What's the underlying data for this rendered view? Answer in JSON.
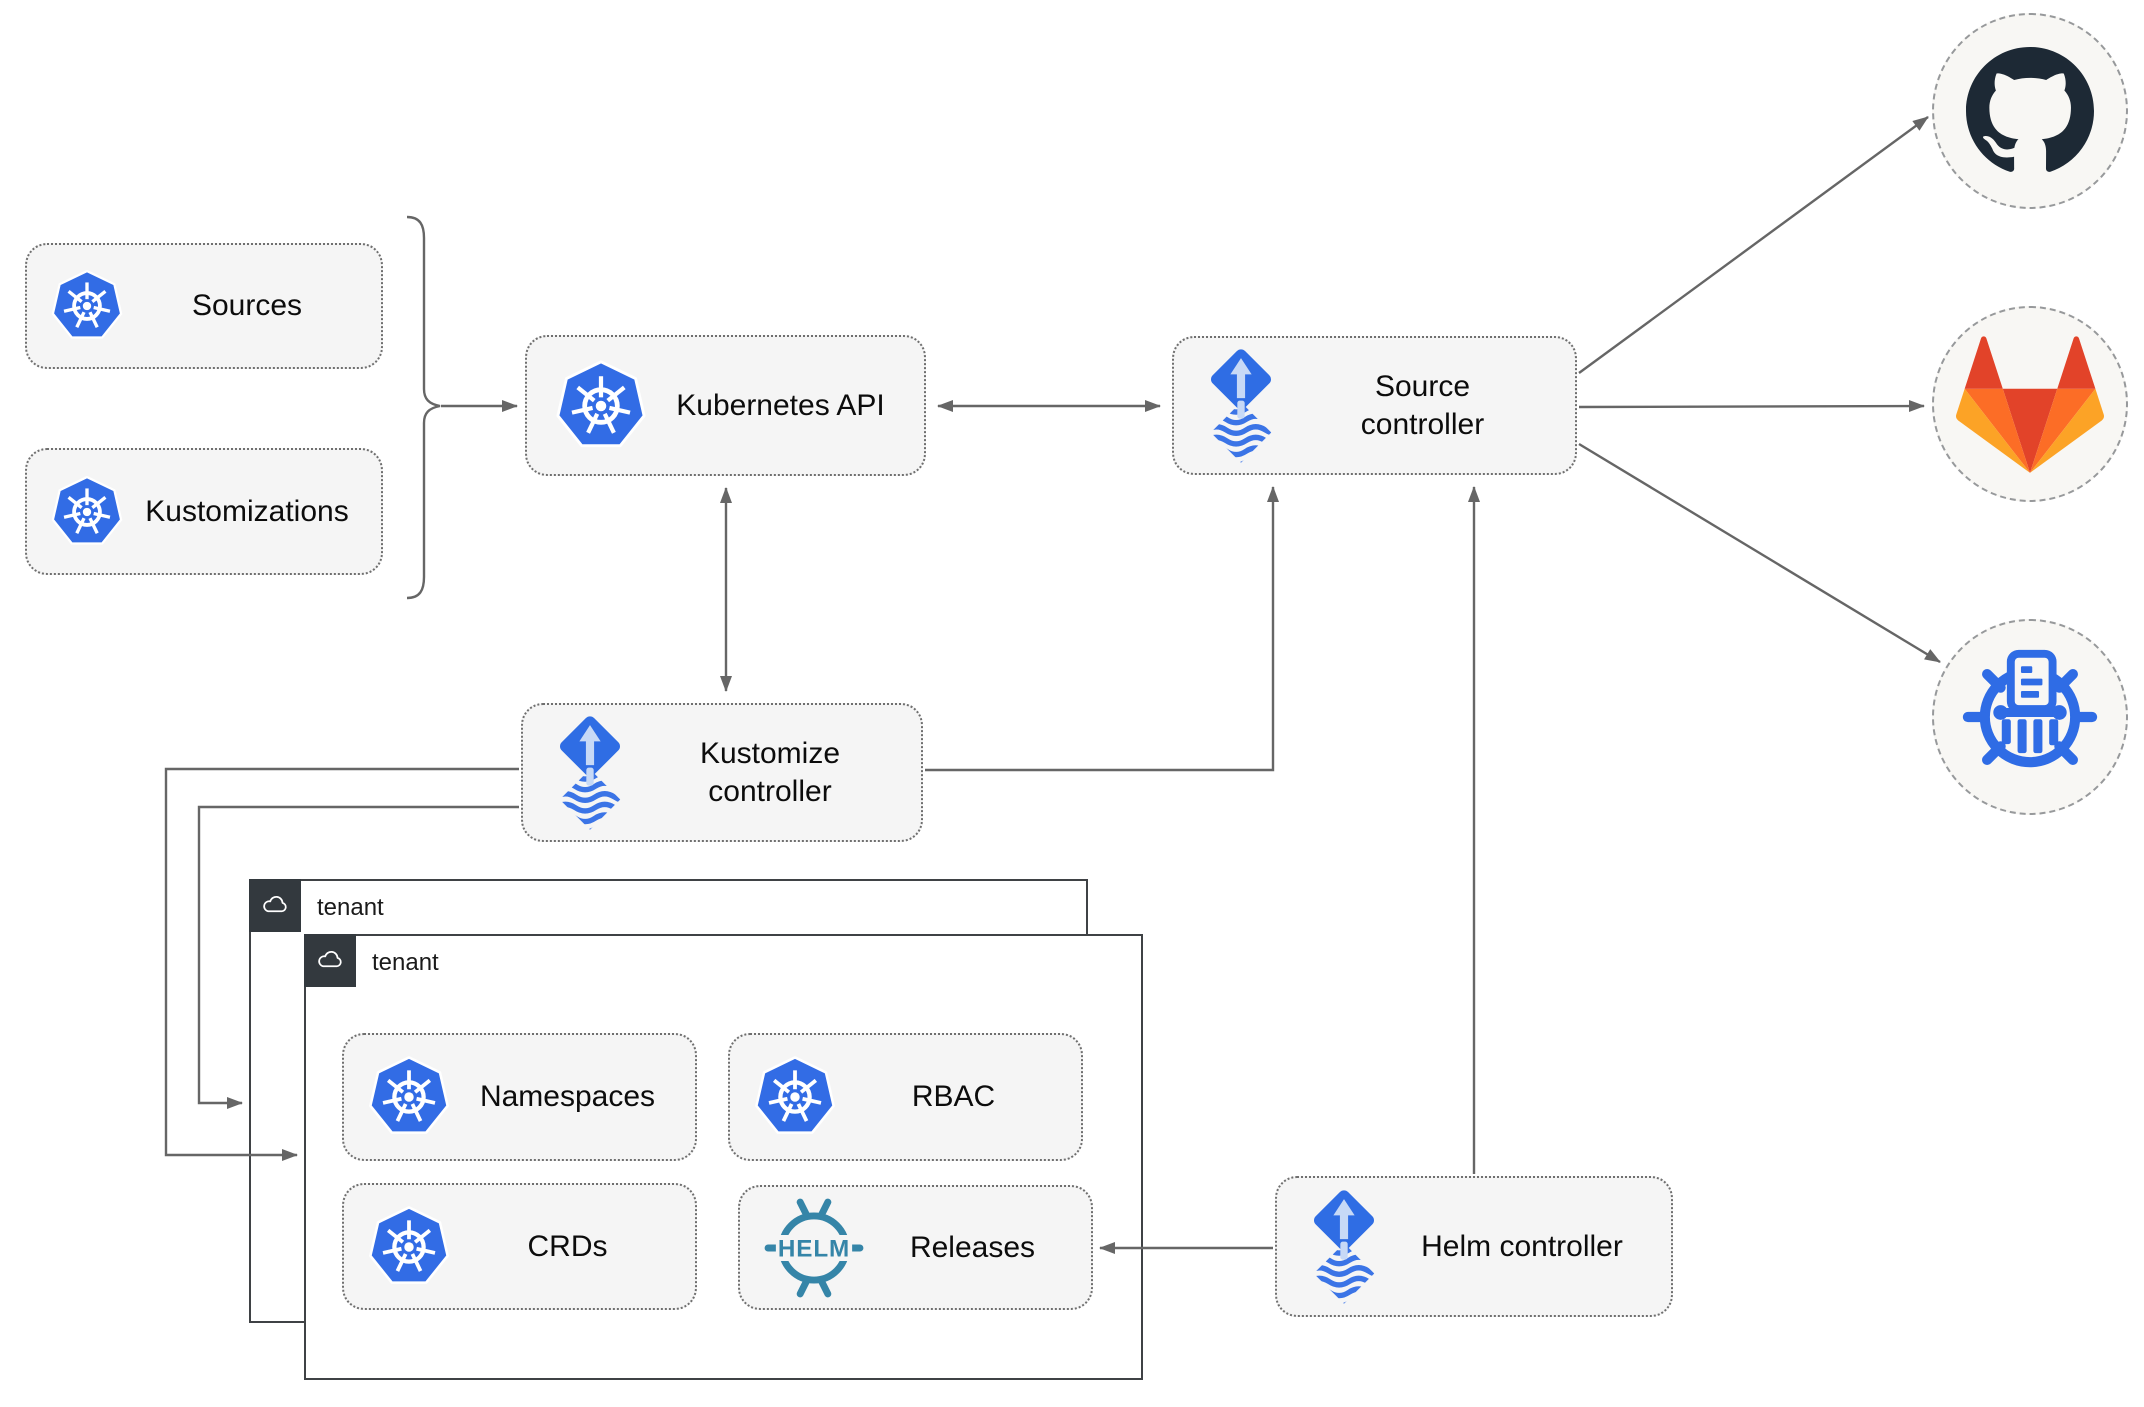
{
  "nodes": {
    "sources": {
      "label": "Sources",
      "icon": "kubernetes"
    },
    "kustomizations": {
      "label": "Kustomizations",
      "icon": "kubernetes"
    },
    "kubernetes_api": {
      "label": "Kubernetes API",
      "icon": "kubernetes"
    },
    "source_controller": {
      "label": "Source controller",
      "icon": "flux"
    },
    "kustomize_controller": {
      "label": "Kustomize controller",
      "icon": "flux"
    },
    "helm_controller": {
      "label": "Helm controller",
      "icon": "flux"
    },
    "tenant_outer": {
      "label": "tenant",
      "icon": "cloud"
    },
    "tenant_inner": {
      "label": "tenant",
      "icon": "cloud"
    },
    "namespaces": {
      "label": "Namespaces",
      "icon": "kubernetes"
    },
    "rbac": {
      "label": "RBAC",
      "icon": "kubernetes"
    },
    "crds": {
      "label": "CRDs",
      "icon": "kubernetes"
    },
    "releases": {
      "label": "Releases",
      "icon": "helm"
    },
    "github": {
      "icon": "github"
    },
    "gitlab": {
      "icon": "gitlab"
    },
    "harbor": {
      "icon": "harbor-registry"
    }
  },
  "icon_text": {
    "helm": "HELM"
  },
  "edges": [
    {
      "from": "sources+kustomizations",
      "to": "kubernetes_api",
      "style": "arrow"
    },
    {
      "from": "kubernetes_api",
      "to": "source_controller",
      "style": "double-arrow"
    },
    {
      "from": "kubernetes_api",
      "to": "kustomize_controller",
      "style": "double-arrow"
    },
    {
      "from": "kustomize_controller",
      "to": "source_controller",
      "style": "arrow"
    },
    {
      "from": "kustomize_controller",
      "to": "tenant_inner",
      "style": "arrow"
    },
    {
      "from": "kustomize_controller",
      "to": "tenant_outer",
      "style": "arrow"
    },
    {
      "from": "helm_controller",
      "to": "source_controller",
      "style": "arrow"
    },
    {
      "from": "helm_controller",
      "to": "releases",
      "style": "arrow"
    },
    {
      "from": "source_controller",
      "to": "github",
      "style": "arrow"
    },
    {
      "from": "source_controller",
      "to": "gitlab",
      "style": "arrow"
    },
    {
      "from": "source_controller",
      "to": "harbor",
      "style": "arrow"
    }
  ],
  "colors": {
    "node_fill": "#f5f5f5",
    "node_border": "#6f6f6f",
    "edge": "#666666",
    "kubernetes_blue": "#326ce5",
    "flux_blue": "#2f6de4",
    "flux_arrow_light": "#c7d9f6",
    "helm_teal": "#3585a8",
    "github_dark": "#1d2935",
    "gitlab_red": "#e24329",
    "gitlab_orange": "#fc6d26",
    "gitlab_amber": "#fca326",
    "harbor_blue": "#2f6ce5",
    "tenant_tab": "#33393e",
    "tenant_border": "#3f4245"
  }
}
